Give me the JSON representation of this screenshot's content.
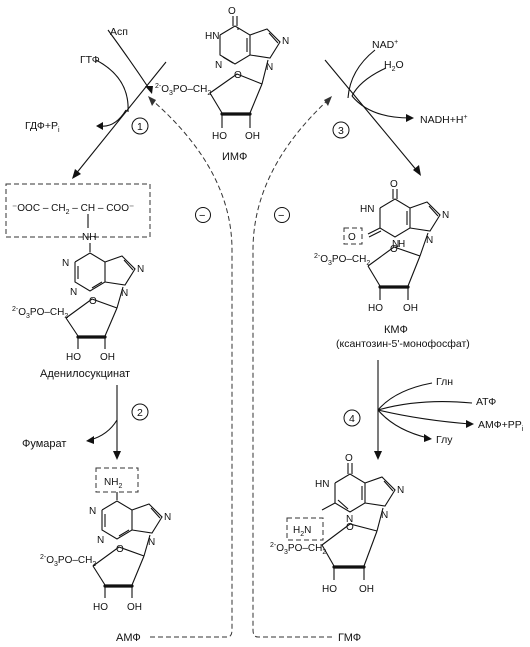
{
  "compounds": {
    "imp": {
      "label": "ИМФ"
    },
    "xmp": {
      "label": "КМФ",
      "full": "(ксантозин-5'-монофосфат)"
    },
    "adenylosuccinate": {
      "label": "Аденилосукцинат"
    },
    "amp": {
      "label": "АМФ"
    },
    "gmp": {
      "label": "ГМФ"
    }
  },
  "reagents": {
    "asp": "Асп",
    "gtp": "ГТФ",
    "gdp_pi": "ГДФ+P",
    "gdp_pi_sub": "i",
    "nad": "NAD",
    "nad_sup": "+",
    "h2o": "H",
    "h2o_sub": "2",
    "h2o_o": "O",
    "nadh": "NADH+H",
    "nadh_sup": "+",
    "fumarate": "Фумарат",
    "gln": "Глн",
    "atp": "АТФ",
    "amp_ppi": "АМФ+PP",
    "amp_ppi_sub": "i",
    "glu": "Глу"
  },
  "steps": [
    "1",
    "2",
    "3",
    "4"
  ],
  "inhibition_symbol": "−",
  "atoms": {
    "O": "O",
    "N": "N",
    "H": "H",
    "HN": "HN",
    "HO": "HO",
    "OH": "OH",
    "NH": "NH",
    "NH2": "NH",
    "H2N": "H",
    "two": "2",
    "phosphate_pre": "2-",
    "phosphate": "O",
    "phosphate_sub": "3",
    "phosphate_post": "PO–CH",
    "ch2_sub": "2",
    "succ_left": "⁻OOC – CH",
    "succ_left_sub": "2",
    "succ_mid": " – CH – COO⁻"
  }
}
